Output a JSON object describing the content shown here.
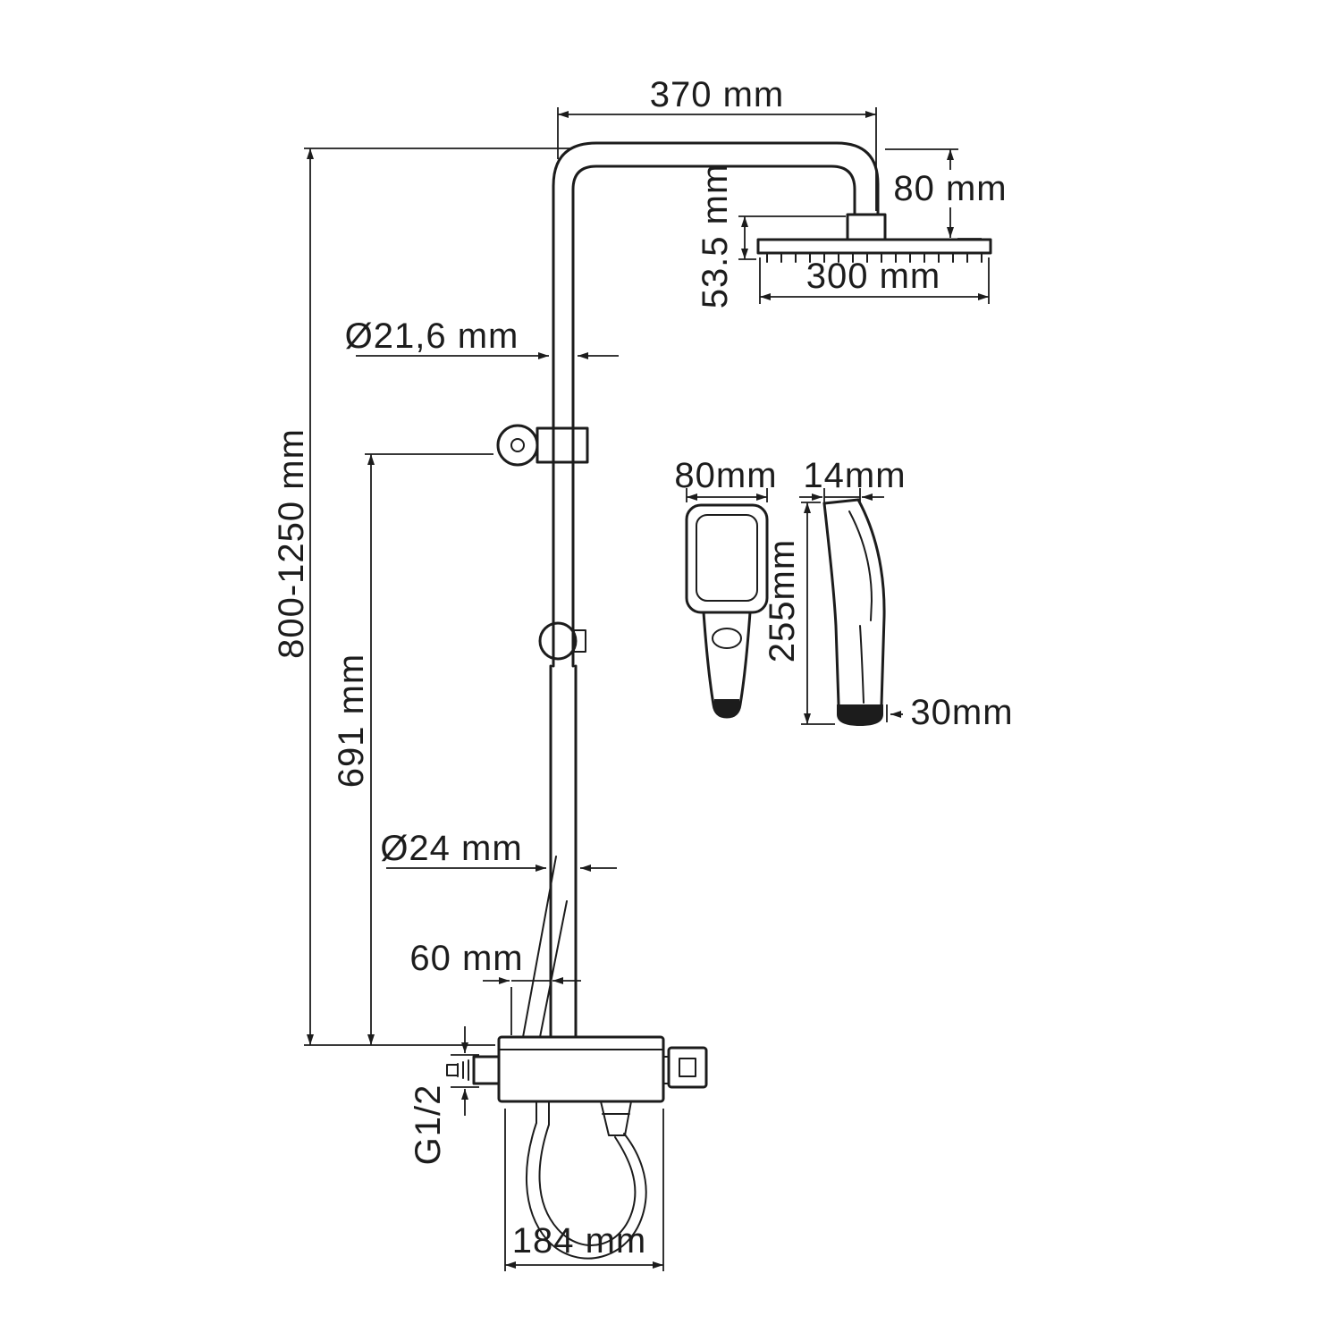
{
  "drawing": {
    "type": "technical-dimension-drawing",
    "subject": "shower-system",
    "line_color": "#1c1c1c",
    "background": "#ffffff",
    "labels": {
      "top_arm_width": "370 mm",
      "head_drop": "80 mm",
      "head_thickness": "53.5 mm",
      "head_width": "300 mm",
      "upper_pipe_diameter": "Ø21,6 mm",
      "overall_height": "800-1250 mm",
      "bracket_to_mixer": "691 mm",
      "handshower_face_width": "80mm",
      "handshower_profile_width": "14mm",
      "handshower_length": "255mm",
      "handshower_bottom_width": "30mm",
      "lower_pipe_diameter": "Ø24 mm",
      "mixer_to_pipe_offset": "60 mm",
      "thread_size": "G1/2",
      "mixer_width": "184 mm"
    }
  }
}
